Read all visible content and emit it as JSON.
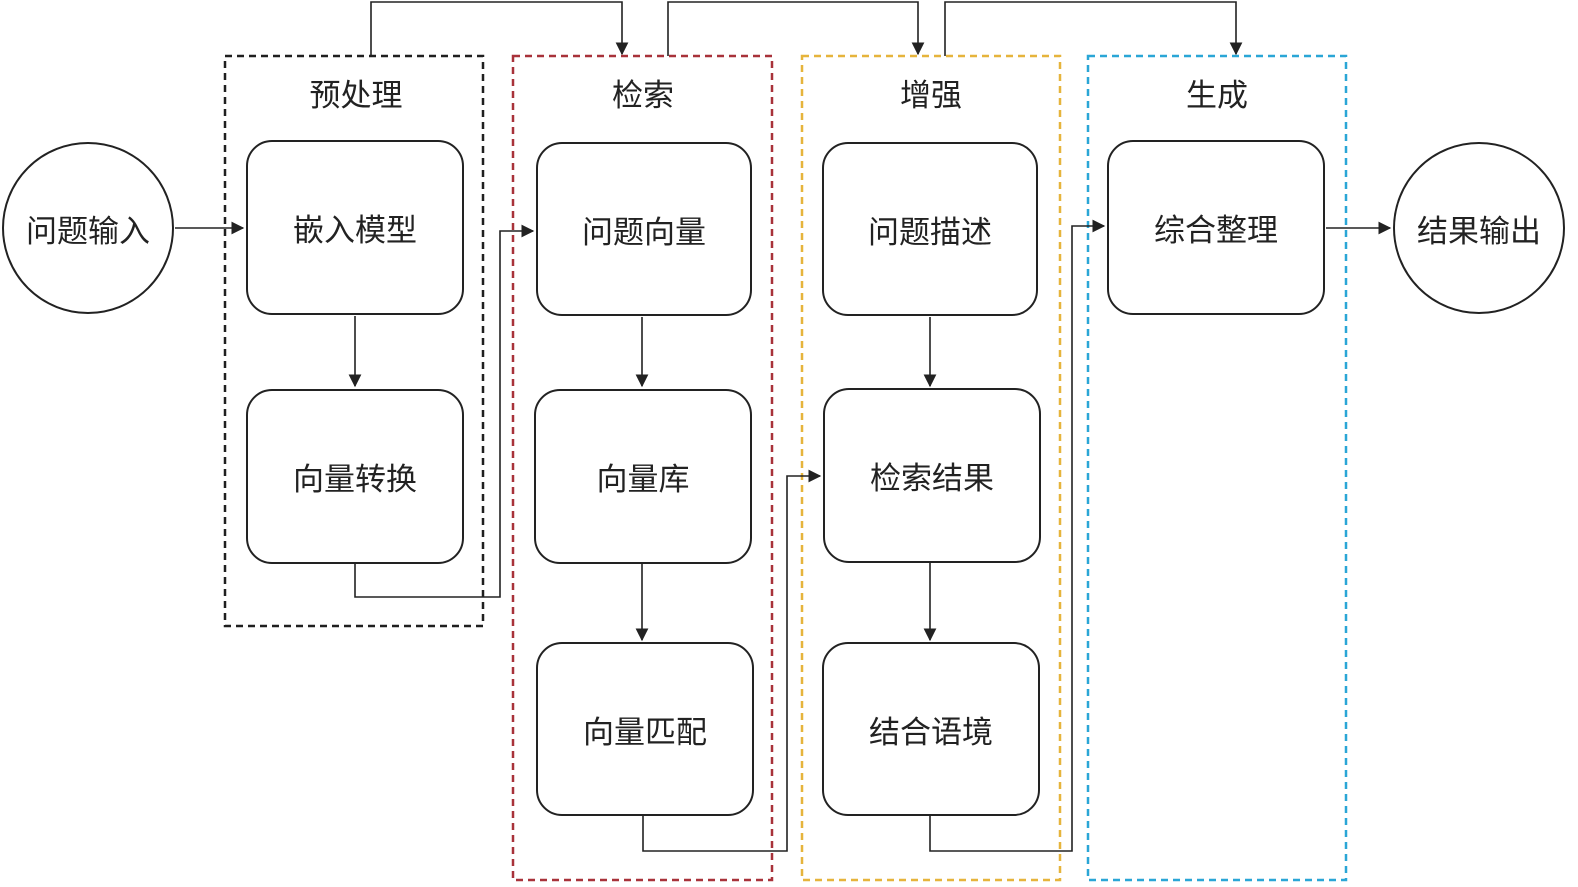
{
  "colors": {
    "preprocess": "#1f1f1f",
    "retrieval": "#a8323a",
    "augment": "#e6b43c",
    "generate": "#2aa6d6",
    "line": "#222222"
  },
  "input": {
    "label": "问题输入"
  },
  "output": {
    "label": "结果输出"
  },
  "groups": {
    "preprocess": {
      "title": "预处理",
      "nodes": [
        "嵌入模型",
        "向量转换"
      ]
    },
    "retrieval": {
      "title": "检索",
      "nodes": [
        "问题向量",
        "向量库",
        "向量匹配"
      ]
    },
    "augment": {
      "title": "增强",
      "nodes": [
        "问题描述",
        "检索结果",
        "结合语境"
      ]
    },
    "generate": {
      "title": "生成",
      "nodes": [
        "综合整理"
      ]
    }
  }
}
